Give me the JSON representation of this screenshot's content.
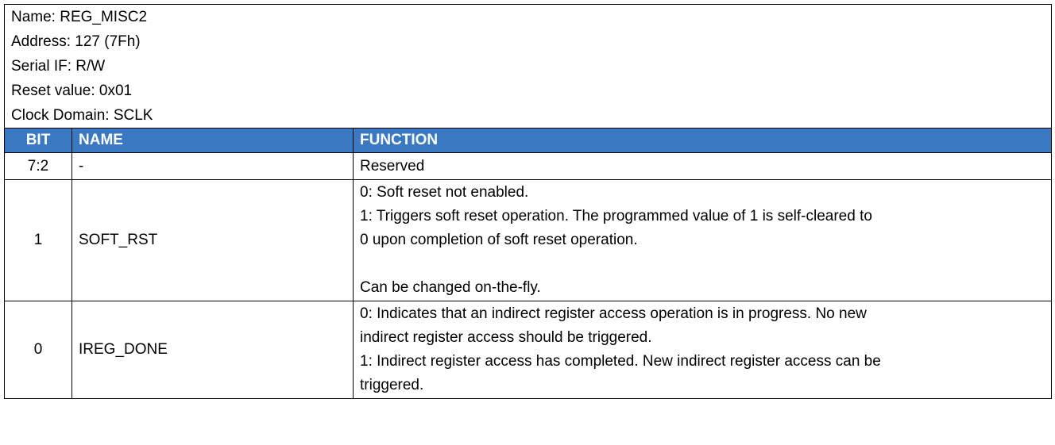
{
  "meta": [
    "Name: REG_MISC2",
    "Address: 127 (7Fh)",
    "Serial IF: R/W",
    "Reset value: 0x01",
    "Clock Domain: SCLK"
  ],
  "header": {
    "bit": "BIT",
    "name": "NAME",
    "function": "FUNCTION"
  },
  "rows": [
    {
      "bit": "7:2",
      "name": "-",
      "function": [
        "Reserved"
      ]
    },
    {
      "bit": "1",
      "name": "SOFT_RST",
      "function": [
        "0: Soft reset not enabled.",
        "1: Triggers soft reset operation. The programmed value of 1 is self-cleared to",
        "0 upon completion of soft reset operation.",
        "",
        "Can be changed on-the-fly."
      ]
    },
    {
      "bit": "0",
      "name": "IREG_DONE",
      "function": [
        "0: Indicates that an indirect register access operation is in progress. No new",
        "indirect register access should be triggered.",
        "1: Indirect register access has completed. New indirect register access can be",
        "triggered."
      ]
    }
  ],
  "colors": {
    "header_bg": "#3a78c2",
    "header_text": "#ffffff",
    "border": "#000000"
  }
}
